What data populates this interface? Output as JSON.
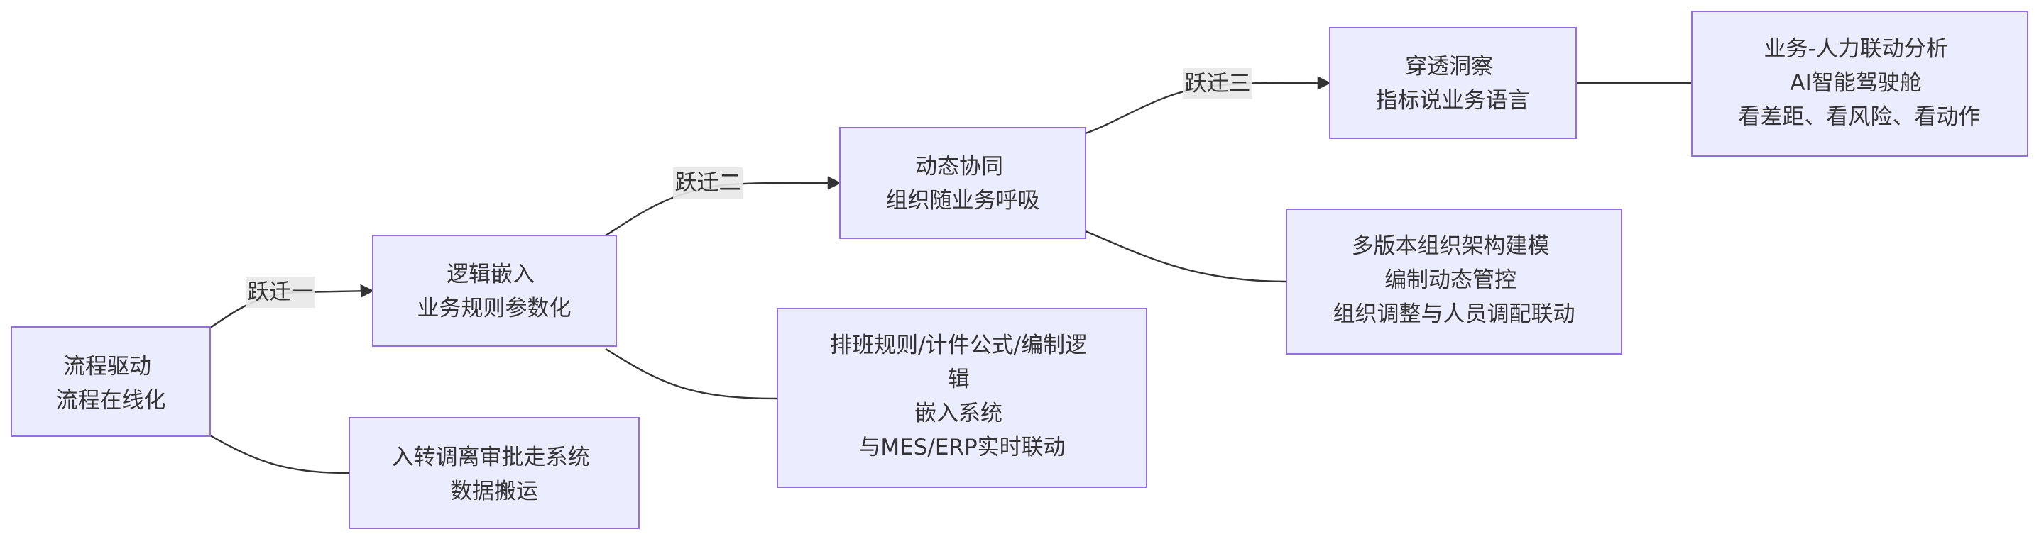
{
  "nodes": {
    "process_driven": {
      "lines": [
        "流程驱动",
        "流程在线化"
      ]
    },
    "onboarding_system": {
      "lines": [
        "入转调离审批走系统",
        "数据搬运"
      ]
    },
    "logic_embedded": {
      "lines": [
        "逻辑嵌入",
        "业务规则参数化"
      ]
    },
    "rules_embedding": {
      "lines": [
        "排班规则/计件公式/编制逻",
        "辑",
        "嵌入系统",
        "与MES/ERP实时联动"
      ]
    },
    "dynamic_collab": {
      "lines": [
        "动态协同",
        "组织随业务呼吸"
      ]
    },
    "multi_version_org": {
      "lines": [
        "多版本组织架构建模",
        "编制动态管控",
        "组织调整与人员调配联动"
      ]
    },
    "penetrating_insight": {
      "lines": [
        "穿透洞察",
        "指标说业务语言"
      ]
    },
    "business_hr_analysis": {
      "lines": [
        "业务-人力联动分析",
        "AI智能驾驶舱",
        "看差距、看风险、看动作"
      ]
    }
  },
  "edge_labels": {
    "leap_one": "跃迁一",
    "leap_two": "跃迁二",
    "leap_three": "跃迁三"
  },
  "colors": {
    "node_fill": "#ECECFF",
    "node_stroke": "#9370DB",
    "edge": "#333333",
    "label_bg": "#e8e8e8"
  }
}
